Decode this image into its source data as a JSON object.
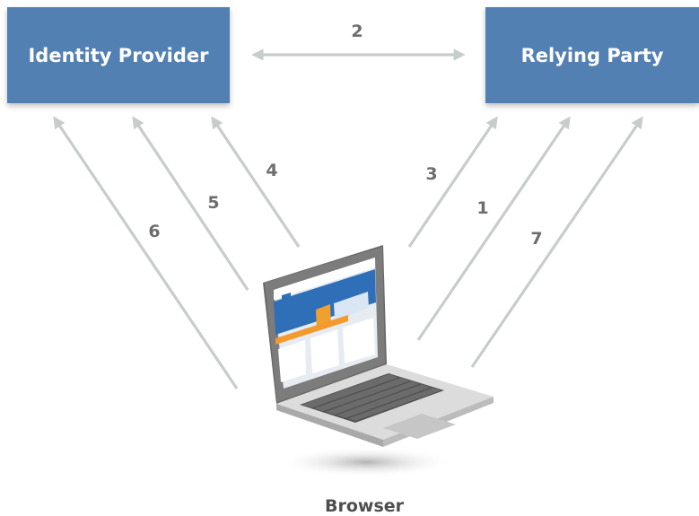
{
  "nodes": {
    "identity_provider": "Identity Provider",
    "relying_party": "Relying Party",
    "browser": "Browser"
  },
  "steps": {
    "s1": "1",
    "s2": "2",
    "s3": "3",
    "s4": "4",
    "s5": "5",
    "s6": "6",
    "s7": "7"
  },
  "colors": {
    "box_fill": "#5380b3",
    "arrow": "#c9cccc",
    "step_number": "#6d6d6d",
    "caption": "#4e4e4e"
  },
  "icons": [
    "laptop-icon"
  ]
}
